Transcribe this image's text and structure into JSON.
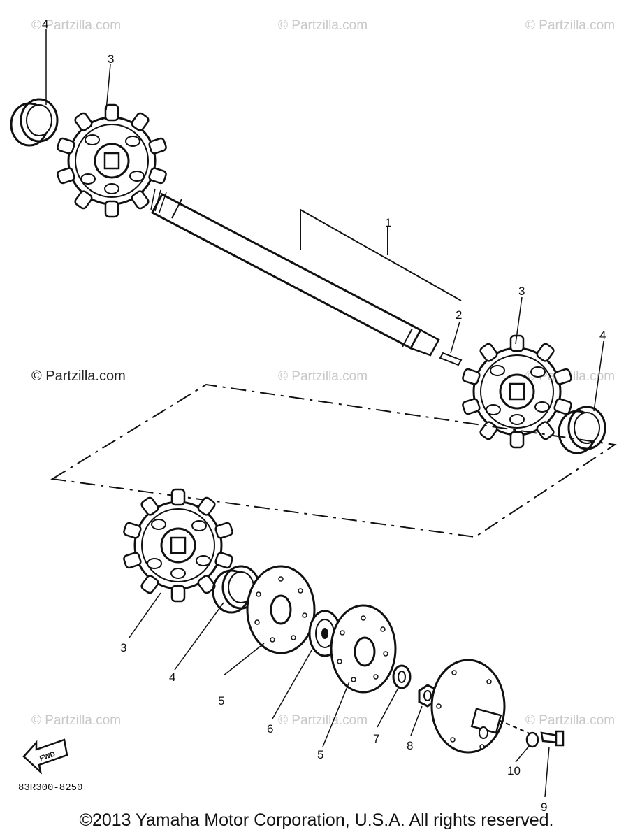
{
  "watermarks": [
    "© Partzilla.com",
    "© Partzilla.com",
    "© Partzilla.com",
    "© Partzilla.com",
    "© Partzilla.com",
    "© Partzilla.com",
    "© Partzilla.com",
    "© Partzilla.com"
  ],
  "watermark_main": "© Partzilla.com",
  "callouts": {
    "c1": "1",
    "c2": "2",
    "c3a": "3",
    "c3b": "3",
    "c3c": "3",
    "c4a": "4",
    "c4b": "4",
    "c4c": "4",
    "c5a": "5",
    "c5b": "5",
    "c6": "6",
    "c7": "7",
    "c8": "8",
    "c9": "9",
    "c10": "10"
  },
  "fwd_label": "FWD",
  "diagram_code": "83R300-8250",
  "copyright": "©2013 Yamaha Motor Corporation, U.S.A. All rights reserved.",
  "colors": {
    "line": "#111111",
    "watermark": "#c8c8c8"
  }
}
